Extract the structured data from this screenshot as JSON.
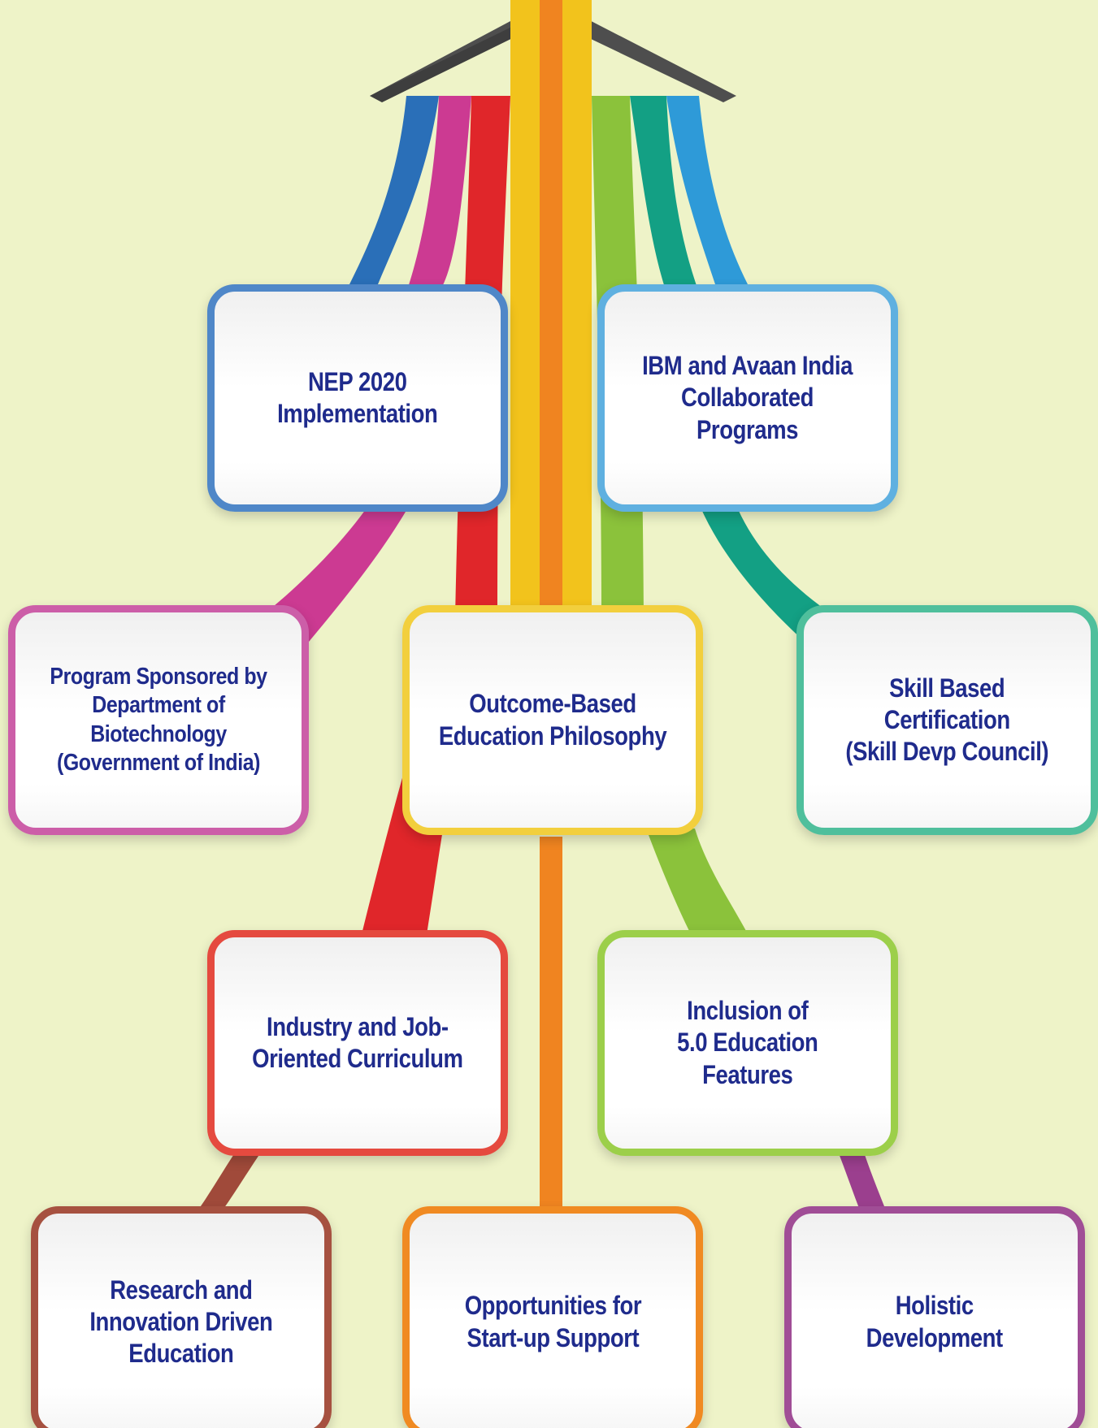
{
  "palette": {
    "background": "#eef3c8",
    "text": "#1f2b8c",
    "arrow_head": "#5a5a5a",
    "blue": "#2a6fb8",
    "magenta": "#cc3a92",
    "red": "#e0262a",
    "yellow": "#f2c31c",
    "orange": "#f08420",
    "green": "#8bc23b",
    "teal": "#13a084",
    "sky": "#2e9ad8",
    "brown": "#a04a3a",
    "purple": "#9b3f8e"
  },
  "nodes": {
    "nep": "NEP 2020\nImplementation",
    "ibm": "IBM and Avaan India\nCollaborated\nPrograms",
    "dbt": "Program Sponsored by\nDepartment of Biotechnology\n(Government of India)",
    "obe": "Outcome-Based\nEducation Philosophy",
    "skill": "Skill Based\nCertification\n(Skill Devp Council)",
    "industry": "Industry and Job-\nOriented Curriculum",
    "inclusion": "Inclusion of\n5.0 Education\nFeatures",
    "research": "Research and\nInnovation Driven\nEducation",
    "startup": "Opportunities for\nStart-up Support",
    "holistic": "Holistic\nDevelopment"
  }
}
